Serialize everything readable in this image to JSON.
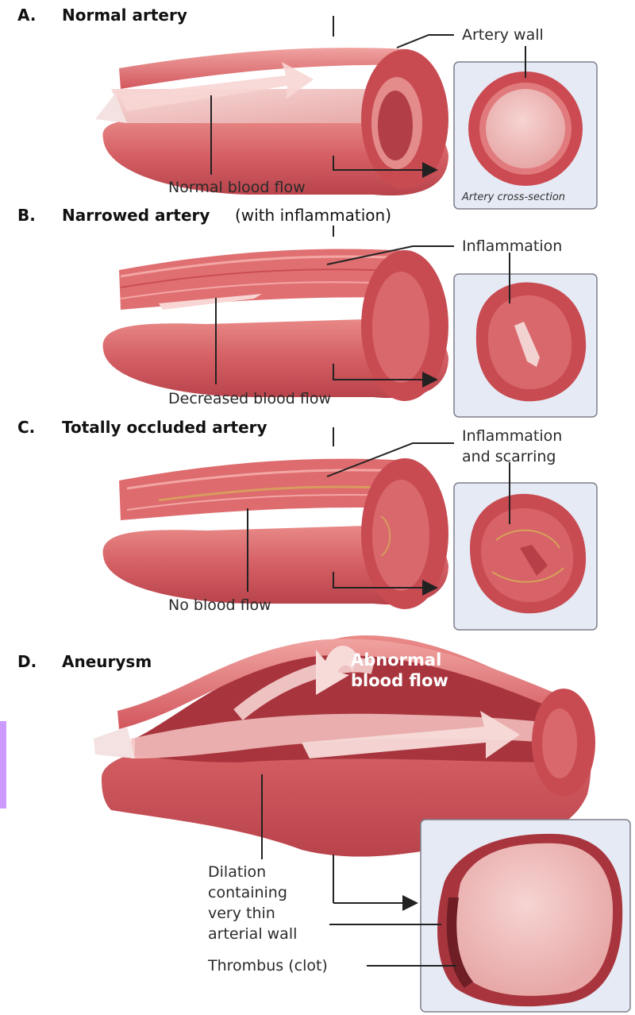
{
  "panels": {
    "a": {
      "letter": "A.",
      "title": "Normal artery",
      "label_wall": "Artery wall",
      "label_flow": "Normal blood flow",
      "caption": "Artery cross-section"
    },
    "b": {
      "letter": "B.",
      "title": "Narrowed artery",
      "subtitle": "(with inflammation)",
      "label_inflammation": "Inflammation",
      "label_flow": "Decreased blood flow"
    },
    "c": {
      "letter": "C.",
      "title": "Totally occluded artery",
      "label_line1": "Inflammation",
      "label_line2": "and scarring",
      "label_flow": "No blood flow"
    },
    "d": {
      "letter": "D.",
      "title": "Aneurysm",
      "flow_line1": "Abnormal",
      "flow_line2": "blood flow",
      "dilation_lines": [
        "Dilation",
        "containing",
        "very thin",
        "arterial wall"
      ],
      "label_thrombus": "Thrombus (clot)"
    }
  },
  "colors": {
    "artery_dark": "#c9494f",
    "artery_mid": "#d9666a",
    "artery_light": "#ef9c9a",
    "lumen": "#f4c9c6",
    "box_fill": "#e6eaf4",
    "accent_bar": "#cc99ff"
  }
}
